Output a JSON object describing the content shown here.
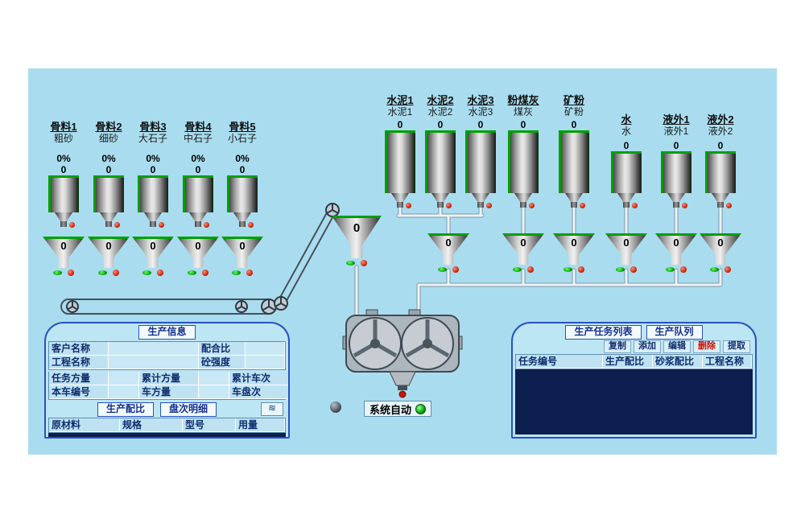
{
  "colors": {
    "background_blue": "#a9dcee",
    "panel_blue": "#bce6f4",
    "accent_navy": "#142f8f",
    "led_green": "#00aa00",
    "valve_red": "#c41800",
    "silo_green": "#00a000"
  },
  "aggregates": [
    {
      "name": "骨料1",
      "sub": "粗砂",
      "percent": "0%",
      "value": "0",
      "scale_value": "0"
    },
    {
      "name": "骨料2",
      "sub": "细砂",
      "percent": "0%",
      "value": "0",
      "scale_value": "0"
    },
    {
      "name": "骨料3",
      "sub": "大石子",
      "percent": "0%",
      "value": "0",
      "scale_value": "0"
    },
    {
      "name": "骨料4",
      "sub": "中石子",
      "percent": "0%",
      "value": "0",
      "scale_value": "0"
    },
    {
      "name": "骨料5",
      "sub": "小石子",
      "percent": "0%",
      "value": "0",
      "scale_value": "0"
    }
  ],
  "materials": [
    {
      "name": "水泥1",
      "sub": "水泥1",
      "value": "0"
    },
    {
      "name": "水泥2",
      "sub": "水泥2",
      "value": "0"
    },
    {
      "name": "水泥3",
      "sub": "水泥3",
      "value": "0"
    },
    {
      "name": "粉煤灰",
      "sub": "煤灰",
      "value": "0"
    },
    {
      "name": "矿粉",
      "sub": "矿粉",
      "value": "0"
    },
    {
      "name": "水",
      "sub": "水",
      "value": "0"
    },
    {
      "name": "液外1",
      "sub": "液外1",
      "value": "0"
    },
    {
      "name": "液外2",
      "sub": "液外2",
      "value": "0"
    }
  ],
  "scales": {
    "cement": "0",
    "flyash": "0",
    "mineral": "0",
    "water": "0",
    "admixture1": "0",
    "admixture2": "0",
    "transfer": "0"
  },
  "status": {
    "mode_label": "系统自动"
  },
  "info_panel": {
    "title": "生产信息",
    "labels": {
      "customer": "客户名称",
      "mix": "配合比",
      "project": "工程名称",
      "strength": "砼强度",
      "task_volume": "任务方量",
      "total_volume": "累计方量",
      "total_trips": "累计车次",
      "truck_no": "本车编号",
      "truck_volume": "车方量",
      "truck_batches": "车盘次"
    },
    "tabs": {
      "ratio": "生产配比",
      "detail": "盘次明细"
    },
    "scroll_icon": "≋",
    "columns": [
      "原材料",
      "规格",
      "型号",
      "用量"
    ]
  },
  "task_panel": {
    "tab_list": "生产任务列表",
    "tab_queue": "生产队列",
    "buttons": {
      "copy": "复制",
      "add": "添加",
      "edit": "编辑",
      "delete": "删除",
      "extract": "提取"
    },
    "columns": [
      "任务编号",
      "生产配比",
      "砂浆配比",
      "工程名称"
    ]
  }
}
